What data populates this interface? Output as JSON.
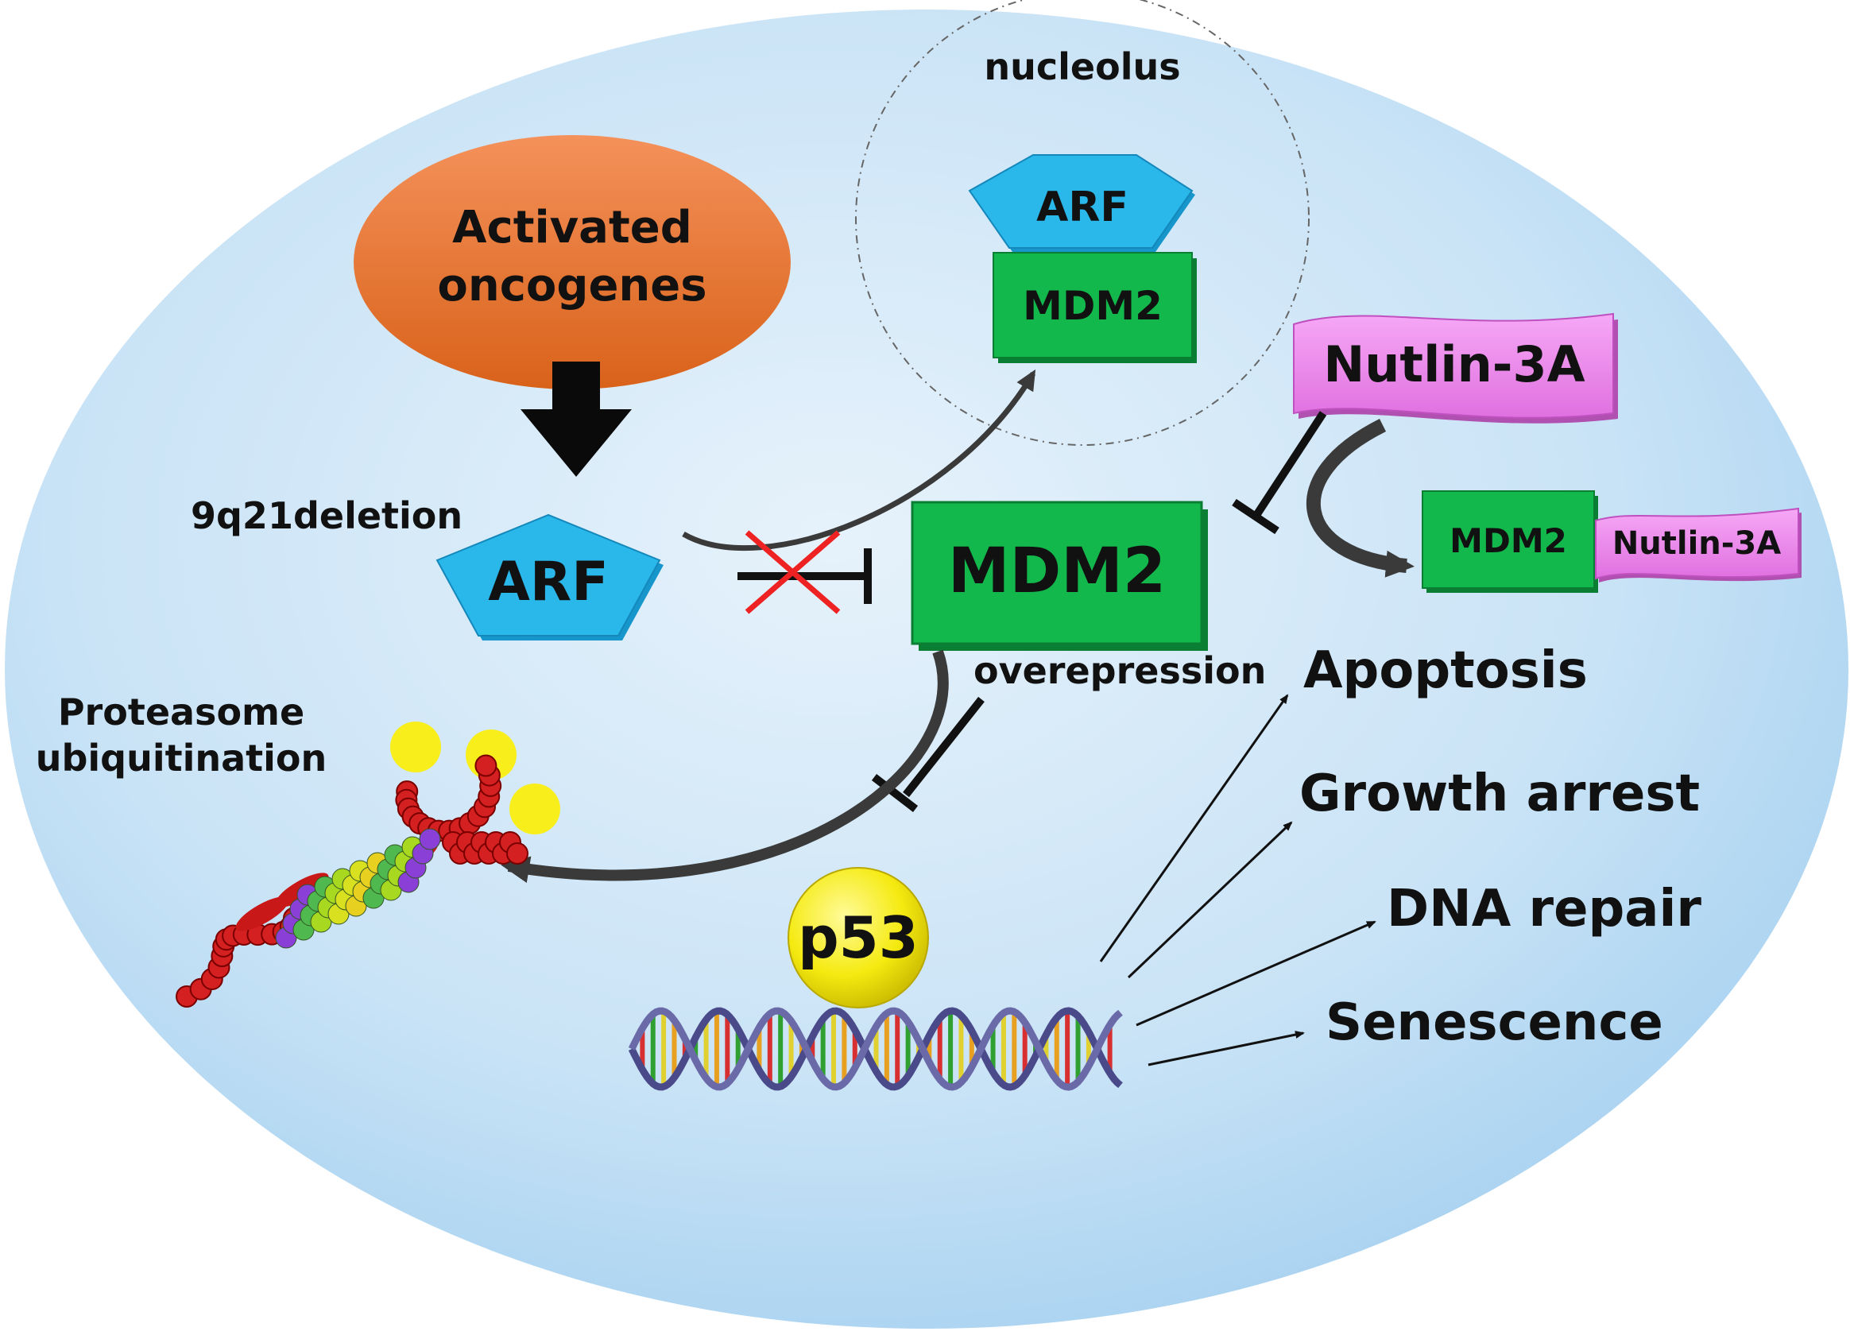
{
  "labels": {
    "nucleolus": "nucleolus",
    "activated_line1": "Activated",
    "activated_line2": "oncogenes",
    "deletion": "9q21deletion",
    "arf_main": "ARF",
    "arf_nucleolus": "ARF",
    "mdm2_main": "MDM2",
    "mdm2_nucleolus": "MDM2",
    "mdm2_complex": "MDM2",
    "nutlin_main": "Nutlin-3A",
    "nutlin_complex": "Nutlin-3A",
    "overexpression": "overepression",
    "proteasome_line1": "Proteasome",
    "proteasome_line2": "ubiquitination",
    "p53": "p53",
    "outcome_apoptosis": "Apoptosis",
    "outcome_growth": "Growth arrest",
    "outcome_dna": "DNA repair",
    "outcome_senescence": "Senescence"
  },
  "colors": {
    "cell_background": "#cfe6f6",
    "oncogene_oval": "#e8732a",
    "arf": "#29b6e8",
    "mdm2": "#10b54a",
    "nutlin": "#ee82ee",
    "p53": "#f7ee1c",
    "inhibition_cross": "#ee2222"
  },
  "icons": {
    "proteasome": "proteasome-icon",
    "dna": "dna-helix-icon"
  }
}
